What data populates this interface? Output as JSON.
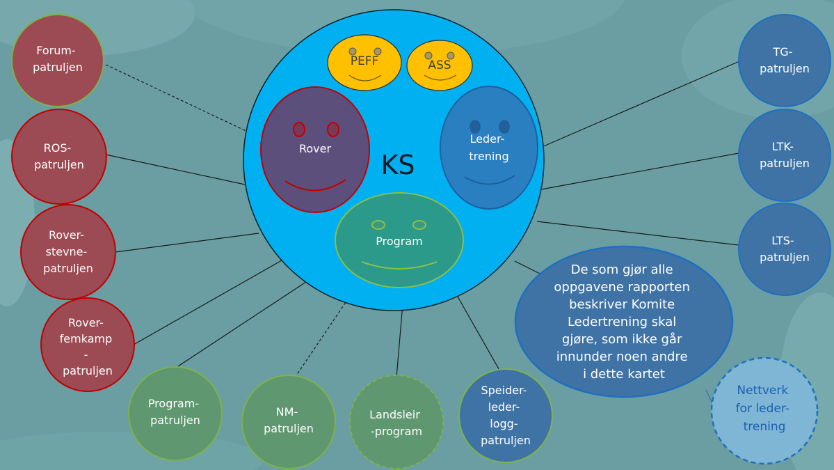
{
  "center": {
    "label": "KS"
  },
  "faces": {
    "peff": "PEFF",
    "ass": "ASS",
    "rover": "Rover",
    "ledertrening": [
      "Leder-",
      "trening"
    ],
    "program": "Program"
  },
  "patrols": {
    "forum": [
      "Forum-",
      "patruljen"
    ],
    "ros": [
      "ROS-",
      "patruljen"
    ],
    "roverstevne": [
      "Rover-",
      "stevne-",
      "patruljen"
    ],
    "roverfemkamp": [
      "Rover-",
      "femkamp",
      "-",
      "patruljen"
    ],
    "programpatruljen": [
      "Program-",
      "patruljen"
    ],
    "nm": [
      "NM-",
      "patruljen"
    ],
    "landsleir": [
      "Landsleir",
      "-program"
    ],
    "speiderlederlogg": [
      "Speider-",
      "leder-",
      "logg-",
      "patruljen"
    ],
    "tg": [
      "TG-",
      "patruljen"
    ],
    "ltk": [
      "LTK-",
      "patruljen"
    ],
    "lts": [
      "LTS-",
      "patruljen"
    ]
  },
  "description": [
    "De som gjør alle",
    "oppgavene rapporten",
    "beskriver Komite",
    "Ledertrening skal",
    "gjøre, som ikke går",
    "innunder noen andre",
    "i dette kartet"
  ],
  "network": [
    "Nettverk",
    "for leder-",
    "trening"
  ],
  "colors": {
    "background": "#6a9ea3",
    "center_fill": "#00b0f0",
    "red_patrol": "#9c4a54",
    "green_patrol": "#5f9770",
    "blue_patrol": "#3f73a5",
    "face_yellow": "#ffc000"
  }
}
